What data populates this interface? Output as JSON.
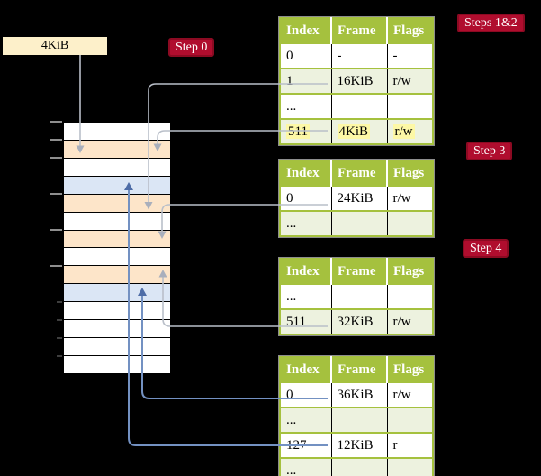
{
  "legend": {
    "label": "4KiB"
  },
  "badges": {
    "steps12": "Steps 1&2",
    "step0": "Step 0",
    "step3": "Step 3",
    "step4": "Step 4"
  },
  "memory": {
    "row_colors": [
      "white",
      "peach",
      "white",
      "blue",
      "peach",
      "white",
      "peach",
      "white",
      "peach",
      "blue",
      "white",
      "white",
      "white",
      "white"
    ]
  },
  "tables": [
    {
      "name": "page-table-steps-1-2",
      "columns": [
        "Index",
        "Frame",
        "Flags"
      ],
      "rows": [
        {
          "cells": [
            "0",
            "-",
            "-"
          ]
        },
        {
          "cells": [
            "1",
            "16KiB",
            "r/w"
          ]
        },
        {
          "cells": [
            "...",
            "",
            ""
          ]
        },
        {
          "cells": [
            "511",
            "4KiB",
            "r/w"
          ],
          "highlight": true
        }
      ]
    },
    {
      "name": "page-table-step-3",
      "columns": [
        "Index",
        "Frame",
        "Flags"
      ],
      "rows": [
        {
          "cells": [
            "0",
            "24KiB",
            "r/w"
          ]
        },
        {
          "cells": [
            "...",
            "",
            ""
          ]
        }
      ]
    },
    {
      "name": "page-table-step-4",
      "columns": [
        "Index",
        "Frame",
        "Flags"
      ],
      "rows": [
        {
          "cells": [
            "...",
            "",
            ""
          ]
        },
        {
          "cells": [
            "511",
            "32KiB",
            "r/w"
          ]
        }
      ]
    },
    {
      "name": "page-table-bottom",
      "columns": [
        "Index",
        "Frame",
        "Flags"
      ],
      "rows": [
        {
          "cells": [
            "0",
            "36KiB",
            "r/w"
          ]
        },
        {
          "cells": [
            "...",
            "",
            ""
          ]
        },
        {
          "cells": [
            "127",
            "12KiB",
            "r"
          ]
        },
        {
          "cells": [
            "...",
            "",
            ""
          ]
        }
      ]
    }
  ],
  "colors": {
    "header_green": "#a5c13e",
    "row_green": "#edf2df",
    "frame_peach": "#fde5c9",
    "frame_blue": "#dbe6f5",
    "highlight_yellow": "#fdf8a6",
    "badge_red": "#b00d2e",
    "badge_border": "#8c0a22",
    "legend_cream": "#fdf0ca",
    "arrow_gray": "#b9bfc9",
    "arrow_blue": "#7391c2"
  }
}
